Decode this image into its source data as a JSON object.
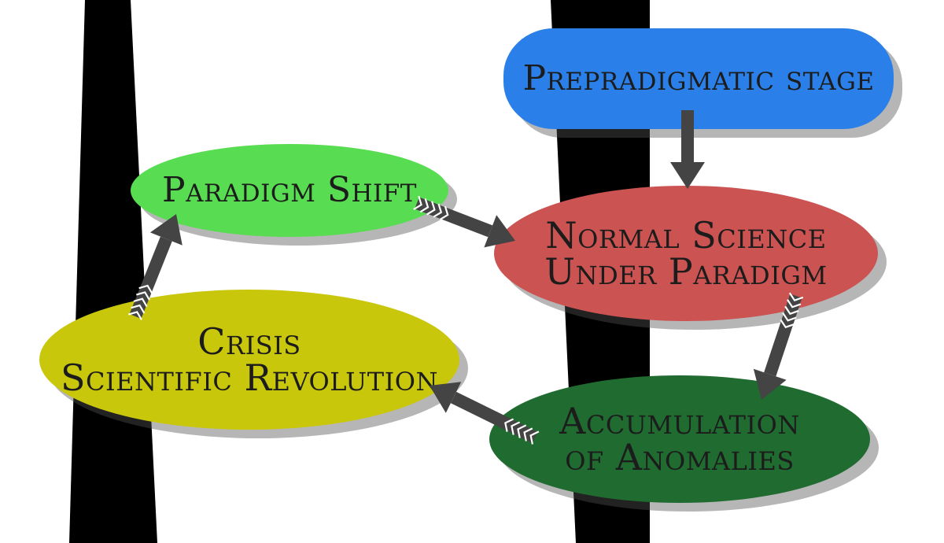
{
  "diagram": {
    "nodes": [
      {
        "id": "pre",
        "lines": [
          "Prepradigmatic stage"
        ],
        "color": "#2a80e8"
      },
      {
        "id": "shift",
        "lines": [
          "Paradigm Shift"
        ],
        "color": "#58dc52"
      },
      {
        "id": "normal",
        "lines": [
          "Normal Science",
          "Under Paradigm"
        ],
        "color": "#cb5351"
      },
      {
        "id": "crisis",
        "lines": [
          "Crisis",
          "Scientific Revolution"
        ],
        "color": "#c9c70c"
      },
      {
        "id": "anom",
        "lines": [
          "Accumulation",
          "of Anomalies"
        ],
        "color": "#1f6b30"
      }
    ],
    "edges": [
      {
        "from": "pre",
        "to": "normal",
        "style": "solid"
      },
      {
        "from": "normal",
        "to": "anom",
        "style": "chevron"
      },
      {
        "from": "anom",
        "to": "crisis",
        "style": "chevron"
      },
      {
        "from": "crisis",
        "to": "shift",
        "style": "chevron"
      },
      {
        "from": "shift",
        "to": "normal",
        "style": "chevron"
      }
    ],
    "colors": {
      "arrow": "#444444",
      "band": "#000000",
      "background": "#ffffff"
    }
  }
}
